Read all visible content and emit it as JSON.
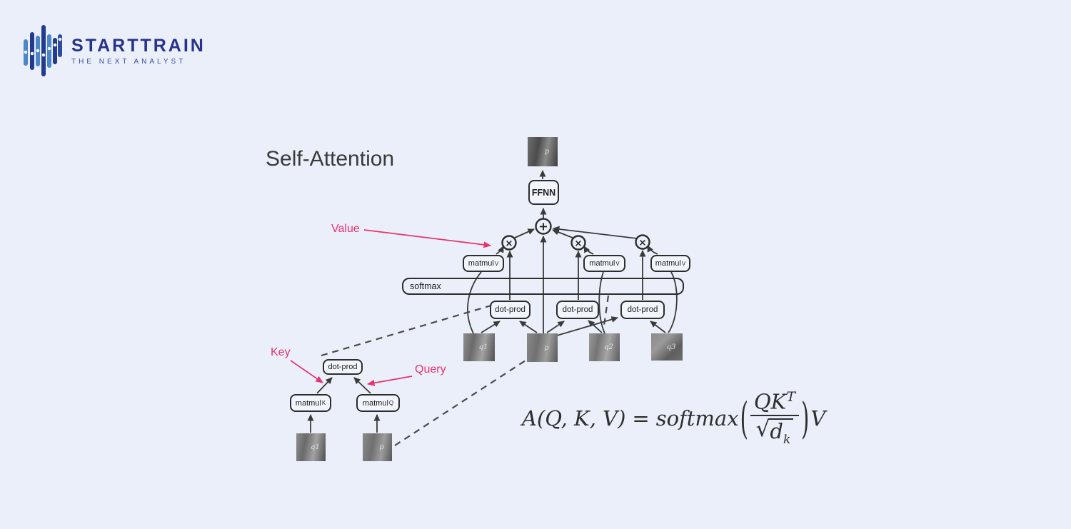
{
  "logo": {
    "brand": "STARTTRAIN",
    "tagline": "THE NEXT ANALYST",
    "colors": {
      "navy": "#26338b",
      "light_blue": "#4a86c8"
    }
  },
  "diagram": {
    "title": "Self-Attention",
    "boxes": {
      "ffnn": "FFNN",
      "softmax": "softmax",
      "dot_prod": "dot-prod",
      "matmul": "matmul",
      "sub_v": "V",
      "sub_k": "K",
      "sub_q": "Q"
    },
    "patches": {
      "q1": "q1",
      "p": "p",
      "q2": "q2",
      "q3": "q3"
    },
    "operators": {
      "sum": "+",
      "product": "×"
    },
    "annotations": {
      "value": "Value",
      "key": "Key",
      "query": "Query",
      "color": "#e8336d"
    },
    "line_color": "#3a3a3a"
  },
  "formula": {
    "lhs": "A(Q, K, V)",
    "equals": "=",
    "softmax_text": "softmax",
    "open_paren": "(",
    "numerator": "QK",
    "numerator_sup": "T",
    "sqrt_sign": "√",
    "radicand": "d",
    "radicand_sub": "k",
    "close_paren": ")",
    "value_var": "V"
  }
}
